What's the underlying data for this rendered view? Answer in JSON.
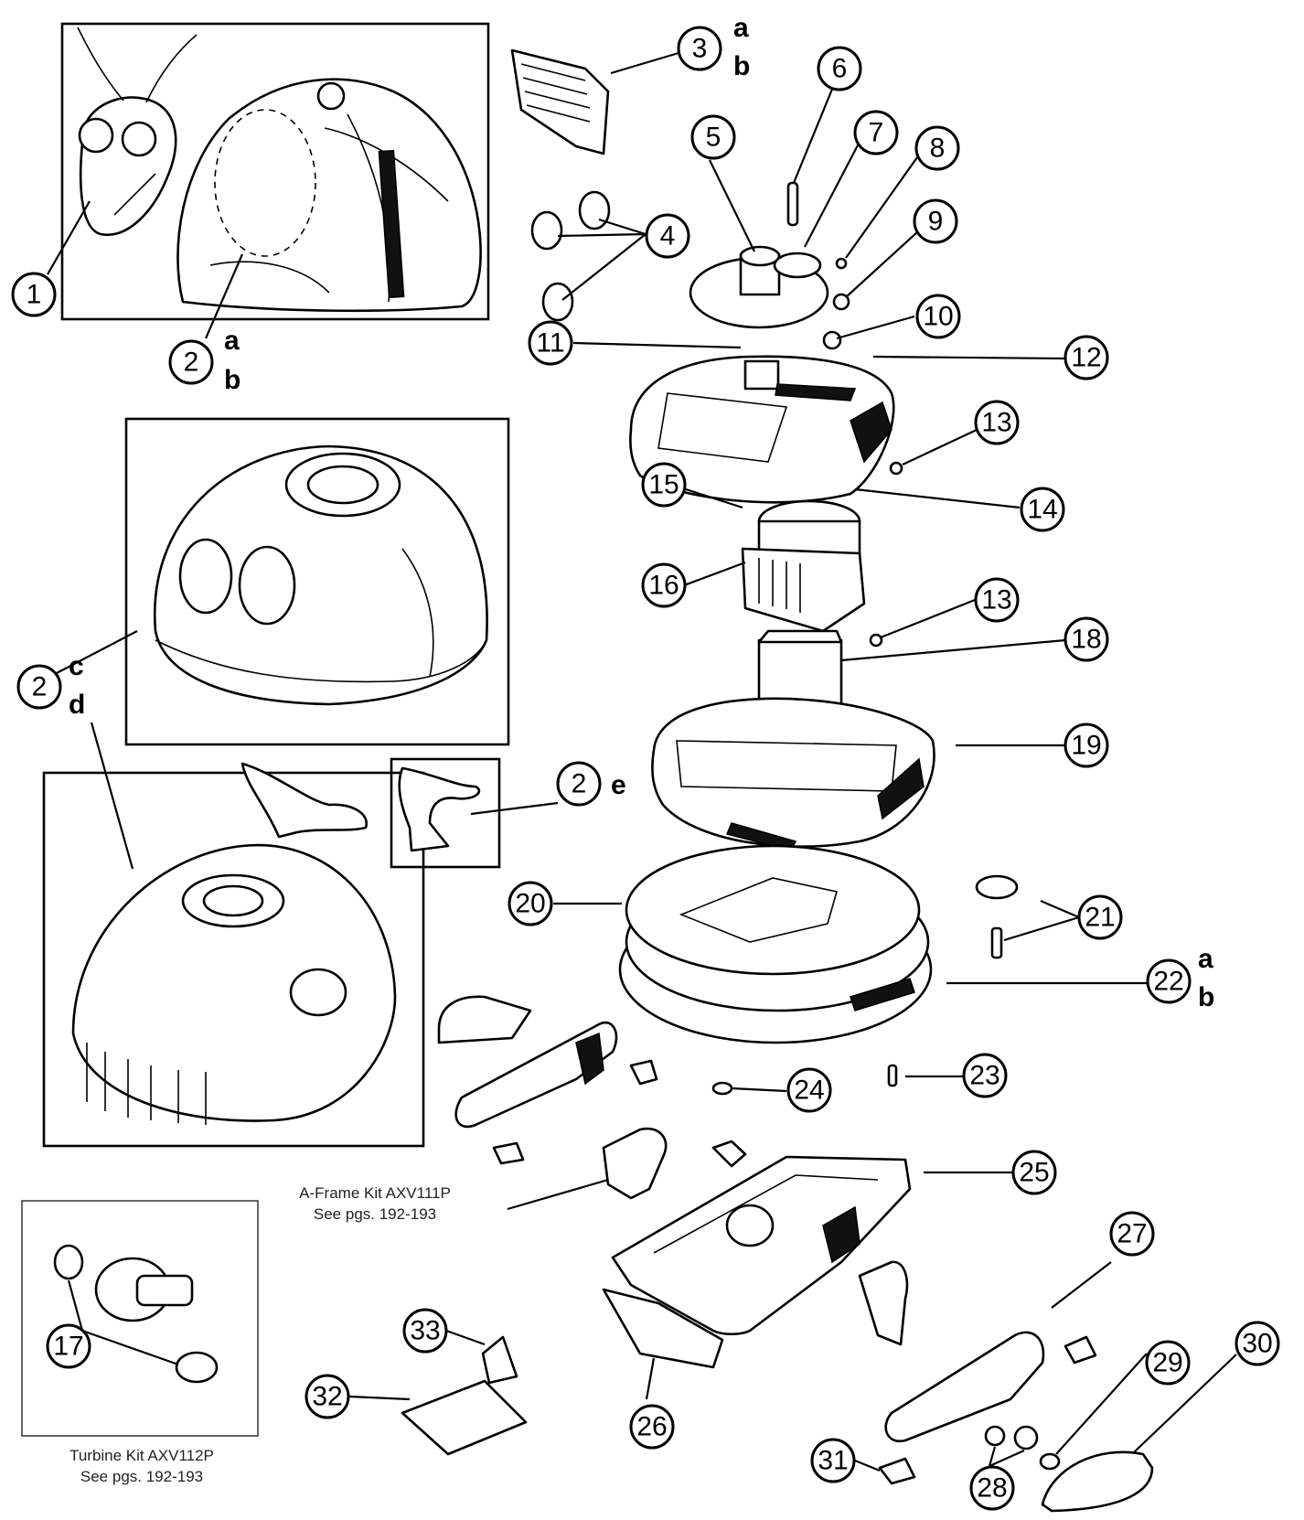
{
  "callouts": [
    {
      "id": "c1",
      "label": "1"
    },
    {
      "id": "c2ab",
      "label": "2"
    },
    {
      "id": "c2cd",
      "label": "2"
    },
    {
      "id": "c2e",
      "label": "2"
    },
    {
      "id": "c3",
      "label": "3"
    },
    {
      "id": "c4",
      "label": "4"
    },
    {
      "id": "c5",
      "label": "5"
    },
    {
      "id": "c6",
      "label": "6"
    },
    {
      "id": "c7",
      "label": "7"
    },
    {
      "id": "c8",
      "label": "8"
    },
    {
      "id": "c9",
      "label": "9"
    },
    {
      "id": "c10",
      "label": "10"
    },
    {
      "id": "c11",
      "label": "11"
    },
    {
      "id": "c12",
      "label": "12"
    },
    {
      "id": "c13a",
      "label": "13"
    },
    {
      "id": "c13b",
      "label": "13"
    },
    {
      "id": "c14",
      "label": "14"
    },
    {
      "id": "c15",
      "label": "15"
    },
    {
      "id": "c16",
      "label": "16"
    },
    {
      "id": "c17",
      "label": "17"
    },
    {
      "id": "c18",
      "label": "18"
    },
    {
      "id": "c19",
      "label": "19"
    },
    {
      "id": "c20",
      "label": "20"
    },
    {
      "id": "c21",
      "label": "21"
    },
    {
      "id": "c22",
      "label": "22"
    },
    {
      "id": "c23",
      "label": "23"
    },
    {
      "id": "c24",
      "label": "24"
    },
    {
      "id": "c25",
      "label": "25"
    },
    {
      "id": "c26",
      "label": "26"
    },
    {
      "id": "c27",
      "label": "27"
    },
    {
      "id": "c28",
      "label": "28"
    },
    {
      "id": "c29",
      "label": "29"
    },
    {
      "id": "c30",
      "label": "30"
    },
    {
      "id": "c31",
      "label": "31"
    },
    {
      "id": "c32",
      "label": "32"
    },
    {
      "id": "c33",
      "label": "33"
    }
  ],
  "suffixes": {
    "s3_a": "a",
    "s3_b": "b",
    "s2ab_a": "a",
    "s2ab_b": "b",
    "s2cd_c": "c",
    "s2cd_d": "d",
    "s2e_e": "e",
    "s22_a": "a",
    "s22_b": "b"
  },
  "kits": {
    "aframe_line1": "A-Frame Kit  AXV111P",
    "aframe_line2": "See pgs. 192-193",
    "turbine_line1": "Turbine Kit AXV112P",
    "turbine_line2": "See pgs. 192-193"
  }
}
